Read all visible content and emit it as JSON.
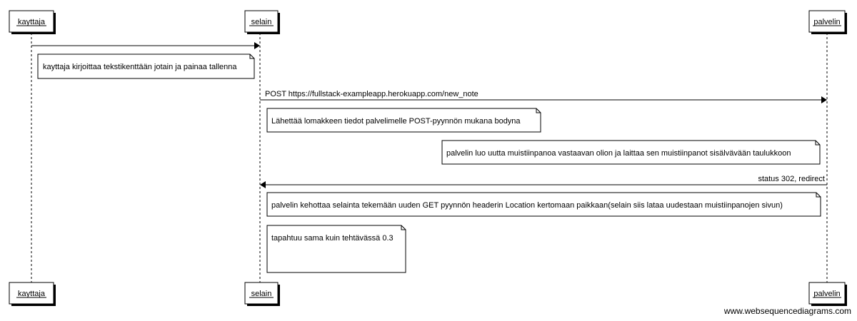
{
  "participants": [
    {
      "id": "kayttaja",
      "label": "kayttaja"
    },
    {
      "id": "selain",
      "label": "selain"
    },
    {
      "id": "palvelin",
      "label": "palvelin"
    }
  ],
  "messages": [
    {
      "from": "kayttaja",
      "to": "selain",
      "label": ""
    },
    {
      "from": "selain",
      "to": "palvelin",
      "label": "POST https://fullstack-exampleapp.herokuapp.com/new_note"
    },
    {
      "from": "palvelin",
      "to": "selain",
      "label": "status 302, redirect"
    }
  ],
  "notes": [
    {
      "text": "kayttaja kirjoittaa tekstikenttään jotain ja painaa tallenna"
    },
    {
      "text": "Lähettää lomakkeen tiedot palvelimelle POST-pyynnön mukana bodyna"
    },
    {
      "text": "palvelin luo uutta muistiinpanoa vastaavan olion ja laittaa sen muistiinpanot sisälvävään taulukkoon"
    },
    {
      "text": "palvelin kehottaa selainta tekemään uuden GET pyynnön headerin Location kertomaan paikkaan(selain siis lataa uudestaan muistiinpanojen sivun)"
    },
    {
      "text": "tapahtuu sama kuin tehtävässä 0.3"
    }
  ],
  "watermark": "www.websequencediagrams.com"
}
